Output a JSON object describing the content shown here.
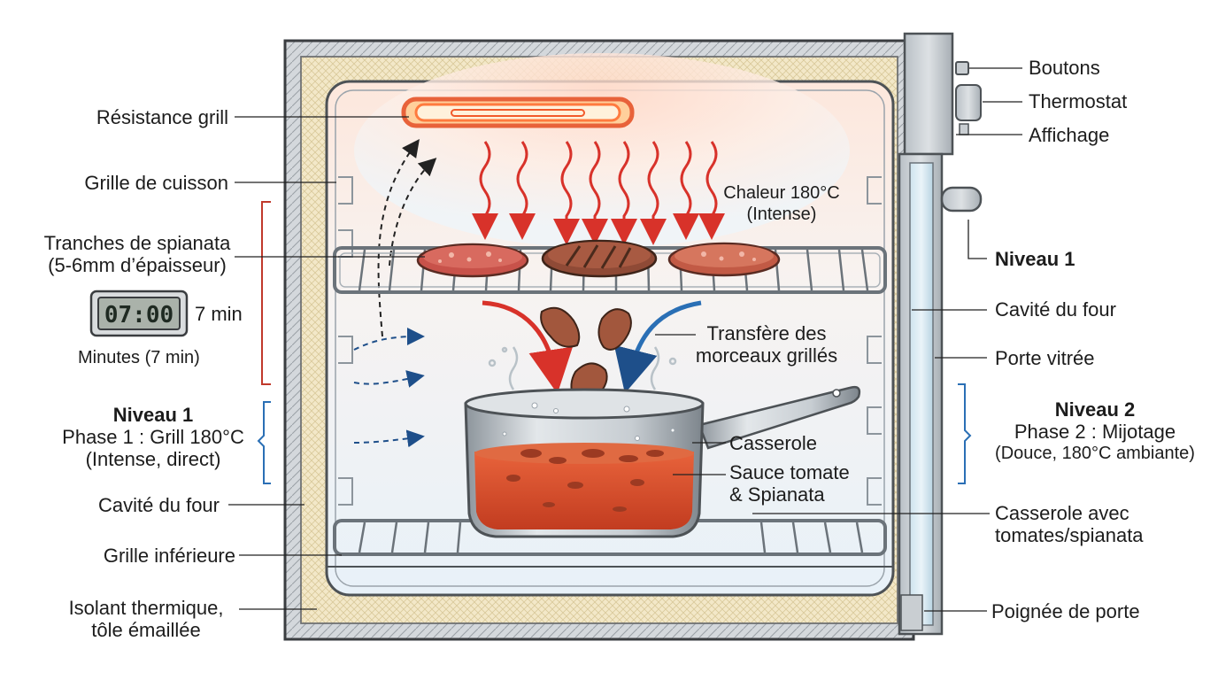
{
  "labels": {
    "resistance_grill": "Résistance grill",
    "grille_cuisson": "Grille de cuisson",
    "tranches_l1": "Tranches de spianata",
    "tranches_l2": "(5-6mm d’épaisseur)",
    "timer_display": "07:00",
    "timer_text": "7 min",
    "minutes": "Minutes (7 min)",
    "niveau1_left": "Niveau 1",
    "phase1_l1": "Phase 1 : Grill 180°C",
    "phase1_l2": "(Intense, direct)",
    "cavite_left": "Cavité du four",
    "grille_inferieure": "Grille inférieure",
    "isolant_l1": "Isolant thermique,",
    "isolant_l2": "tôle émaillée",
    "chaleur_l1": "Chaleur 180°C",
    "chaleur_l2": "(Intense)",
    "transfere_l1": "Transfère des",
    "transfere_l2": "morceaux grillés",
    "casserole": "Casserole",
    "sauce_l1": "Sauce tomate",
    "sauce_l2": "& Spianata",
    "boutons": "Boutons",
    "thermostat": "Thermostat",
    "affichage": "Affichage",
    "niveau1_right": "Niveau 1",
    "cavite_right": "Cavité du four",
    "porte_vitree": "Porte vitrée",
    "niveau2": "Niveau 2",
    "phase2_l1": "Phase 2 : Mijotage",
    "phase2_l2": "(Douce, 180°C ambiante)",
    "casserole_avec_l1": "Casserole avec",
    "casserole_avec_l2": "tomates/spianata",
    "poignee": "Poignée de porte"
  },
  "colors": {
    "heat": "#d8322a",
    "cool": "#2a6fb5",
    "sauce": "#d9542f",
    "insulation": "#f3e8c8",
    "steel": "#9aa3ab"
  }
}
